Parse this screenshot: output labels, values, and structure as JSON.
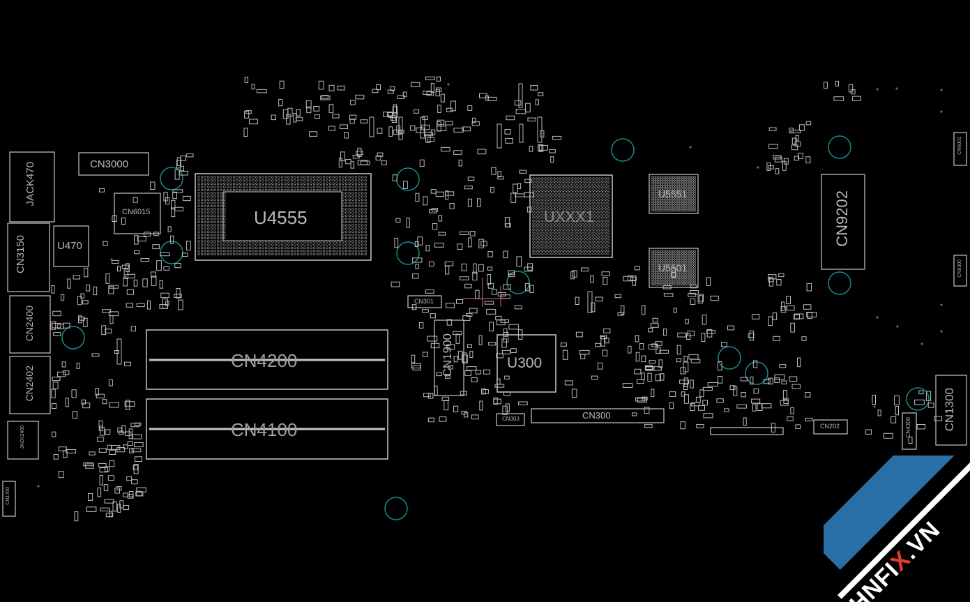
{
  "board": {
    "background": "#000000",
    "outline_color": "#c8c8c8",
    "hole_color": "#1a8a8c",
    "components": {
      "jack470": "JACK470",
      "cn3000": "CN3000",
      "cn6015": "CN6015",
      "cn3150": "CN3150",
      "u470": "U470",
      "cn2400": "CN2400",
      "cn2402": "CN2402",
      "jack2400": "JACK2400",
      "cn1700": "CN1700",
      "u4555": "U4555",
      "cn4200": "CN4200",
      "cn4100": "CN4100",
      "cn301": "CN301",
      "cn1900": "CN1900",
      "u300": "U300",
      "cn303": "CN303",
      "cn300": "CN300",
      "uxxx1": "UXXX1",
      "u5551": "U5551",
      "u5501": "U5501",
      "cn9202": "CN9202",
      "cn6001": "CN6001",
      "cn9300": "CN9300",
      "cn202": "CN202",
      "cn4300": "CN4300",
      "cn1300": "CN1300"
    }
  },
  "watermark": {
    "text_before": "HNFI",
    "text_x": "X",
    "text_after": ".VN",
    "band_color": "#2a6fa6",
    "accent_color": "#e23b2e"
  }
}
